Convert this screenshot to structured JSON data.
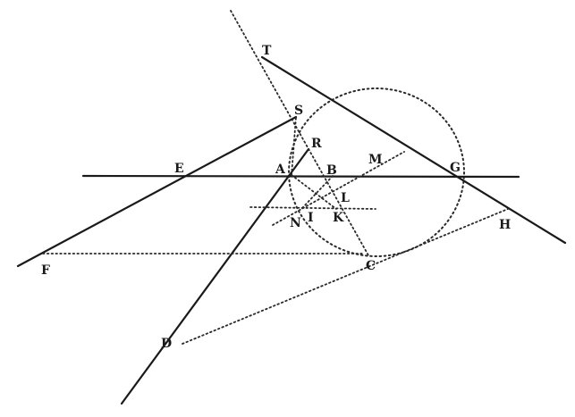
{
  "labels": {
    "T": "T",
    "S": "S",
    "R": "R",
    "E": "E",
    "A": "A",
    "B": "B",
    "M": "M",
    "G": "G",
    "L": "L",
    "N": "N",
    "I": "I",
    "K": "K",
    "H": "H",
    "F": "F",
    "C": "C",
    "D": "D"
  }
}
